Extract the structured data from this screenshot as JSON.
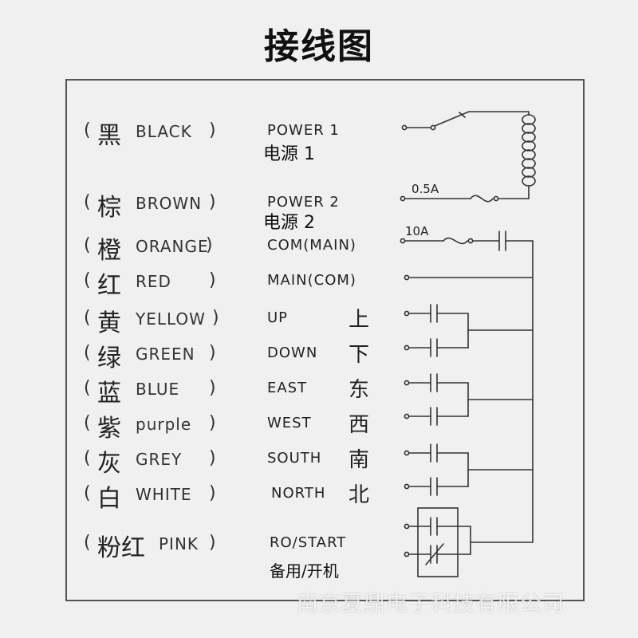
{
  "title": "接线图",
  "wires": [
    {
      "cn": "黑",
      "en": "BLACK",
      "label": "POWER  1",
      "sub": "电源 1",
      "dir": ""
    },
    {
      "cn": "棕",
      "en": "BROWN",
      "label": "POWER  2",
      "sub": "电源 2",
      "dir": ""
    },
    {
      "cn": "橙",
      "en": "ORANGE",
      "label": "COM(MAIN)",
      "sub": "",
      "dir": ""
    },
    {
      "cn": "红",
      "en": "RED",
      "label": "MAIN(COM)",
      "sub": "",
      "dir": ""
    },
    {
      "cn": "黄",
      "en": "YELLOW",
      "label": "UP",
      "sub": "",
      "dir": "上"
    },
    {
      "cn": "绿",
      "en": "GREEN",
      "label": "DOWN",
      "sub": "",
      "dir": "下"
    },
    {
      "cn": "蓝",
      "en": "BLUE",
      "label": "EAST",
      "sub": "",
      "dir": "东"
    },
    {
      "cn": "紫",
      "en": "purple",
      "label": "WEST",
      "sub": "",
      "dir": "西"
    },
    {
      "cn": "灰",
      "en": "GREY",
      "label": "SOUTH",
      "sub": "",
      "dir": "南"
    },
    {
      "cn": "白",
      "en": "WHITE",
      "label": "NORTH",
      "sub": "",
      "dir": "北"
    },
    {
      "cn": "粉红",
      "en": "PINK",
      "label": "RO/START",
      "sub": "备用/开机",
      "dir": ""
    }
  ],
  "ratings": {
    "fuse1": "0.5A",
    "fuse2": "10A"
  },
  "watermark": "南京夏鼎电子科技有限公司",
  "colors": {
    "background": "#f0f0f0",
    "line": "#333333"
  }
}
